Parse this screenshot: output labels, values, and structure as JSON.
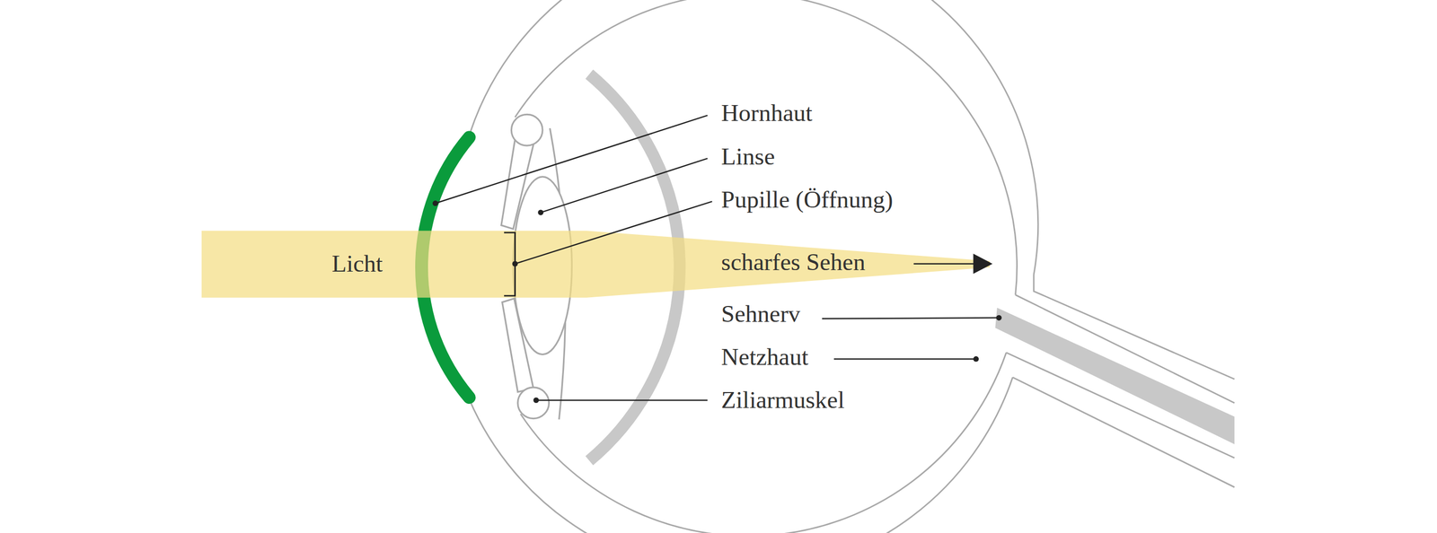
{
  "diagram": {
    "labels": [
      "Hornhaut",
      "Linse",
      "Pupille (Öffnung)",
      "Licht",
      "scharfes Sehen",
      "Sehnerv",
      "Netzhaut",
      "Ziliarmuskel"
    ]
  }
}
